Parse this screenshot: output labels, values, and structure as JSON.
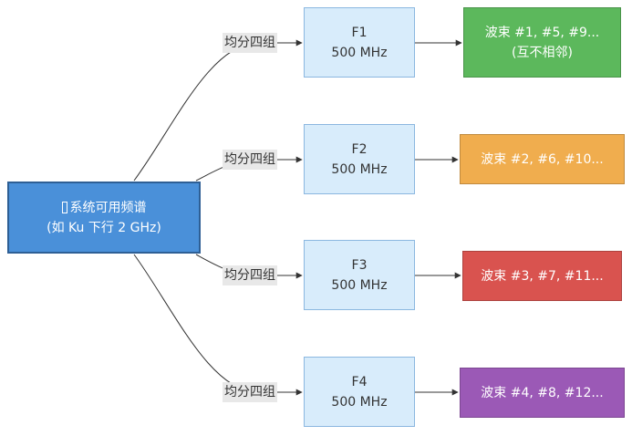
{
  "source": {
    "line1": "系统可用频谱",
    "line2": "(如 Ku 下行 2 GHz)"
  },
  "edge_label": "均分四组",
  "channels": [
    {
      "name": "F1",
      "bandwidth": "500 MHz",
      "beams": "波束 #1, #5, #9...",
      "beam_note": "(互不相邻)",
      "color": "#5cb85c"
    },
    {
      "name": "F2",
      "bandwidth": "500 MHz",
      "beams": "波束 #2, #6, #10...",
      "beam_note": "",
      "color": "#f0ad4e"
    },
    {
      "name": "F3",
      "bandwidth": "500 MHz",
      "beams": "波束 #3, #7, #11...",
      "beam_note": "",
      "color": "#d9534f"
    },
    {
      "name": "F4",
      "bandwidth": "500 MHz",
      "beams": "波束 #4, #8, #12...",
      "beam_note": "",
      "color": "#9b59b6"
    }
  ]
}
